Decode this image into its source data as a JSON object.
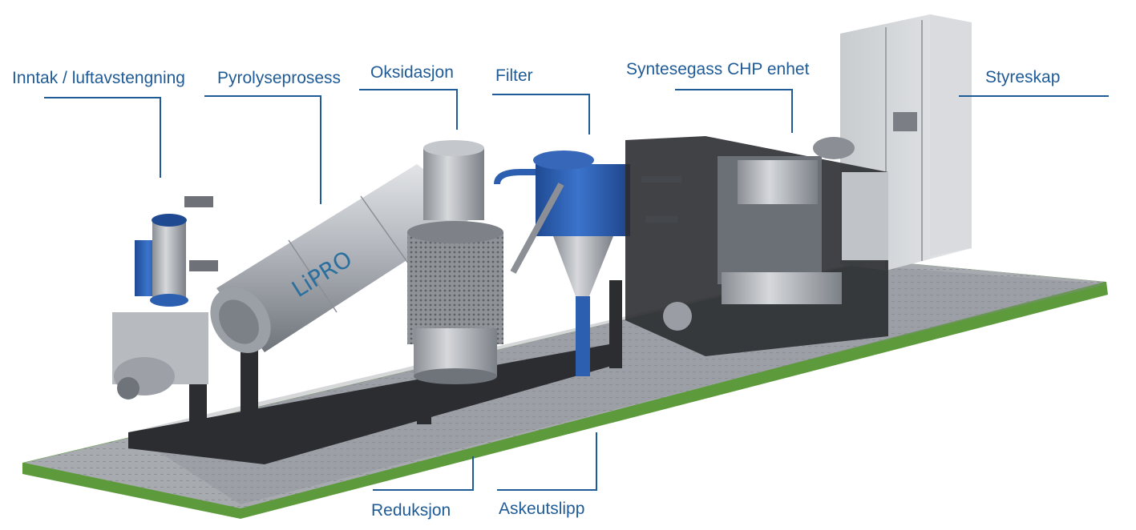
{
  "diagram": {
    "callouts": {
      "inntak": "Inntak / luftavstengning",
      "pyrolyse": "Pyrolyseprosess",
      "oksidasjon": "Oksidasjon",
      "filter": "Filter",
      "syntesegass": "Syntesegass CHP enhet",
      "styreskap": "Styreskap",
      "reduksjon": "Reduksjon",
      "askeutslipp": "Askeutslipp"
    },
    "logo": {
      "text": "LiPRO"
    },
    "colors": {
      "label": "#1f5b96",
      "leader": "#1f5b96",
      "base_green": "#5d9a3c",
      "deck": "#9a9da2",
      "steel": "#b9bdc3",
      "filter_blue": "#2d5fb0",
      "frame": "#2b2d31"
    }
  }
}
